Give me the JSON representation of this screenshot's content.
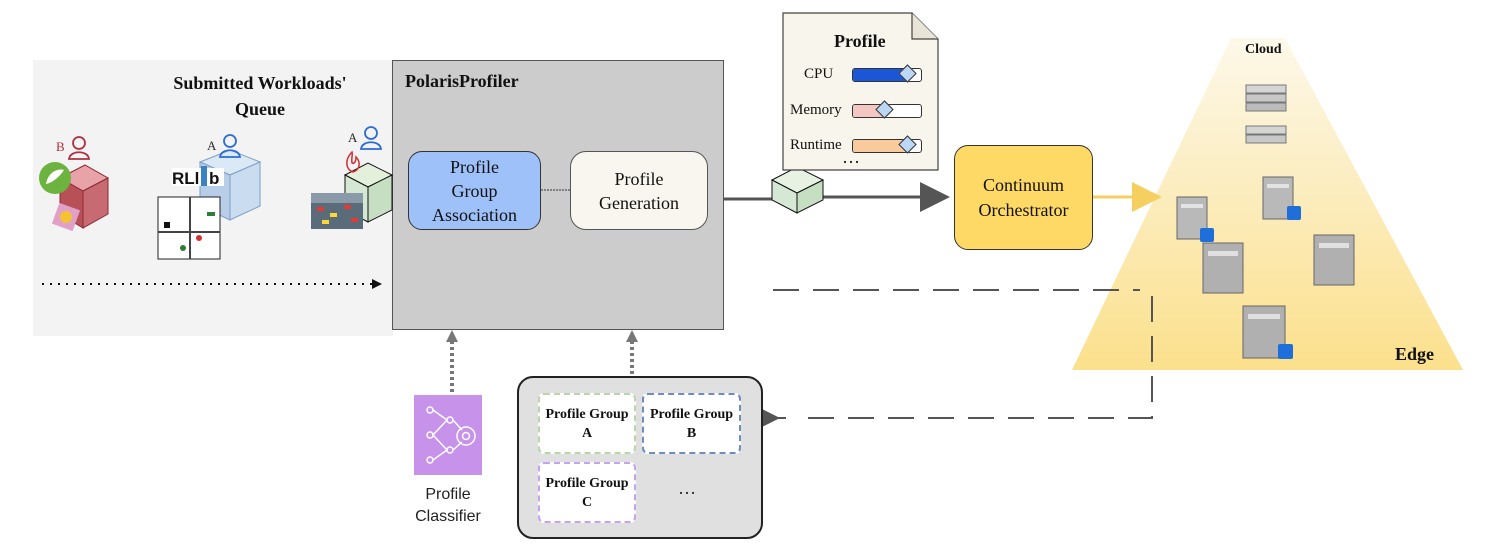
{
  "queue": {
    "title_line1": "Submitted Workloads'",
    "title_line2": "Queue",
    "users": [
      {
        "label": "B",
        "color": "#b03040"
      },
      {
        "label": "A",
        "color": "#2b6cd4"
      },
      {
        "label": "A",
        "color": "#2b6cd4"
      }
    ],
    "rllib_text": "RLl",
    "rllib_b": "b"
  },
  "profiler": {
    "title": "PolarisProfiler",
    "association_lines": [
      "Profile",
      "Group",
      "Association"
    ],
    "generation_lines": [
      "Profile",
      "Generation"
    ]
  },
  "profile_doc": {
    "title": "Profile",
    "bars": [
      {
        "label": "CPU",
        "fill": 0.78,
        "color": "#1a56d6"
      },
      {
        "label": "Memory",
        "fill": 0.45,
        "color": "#f4c7c3"
      },
      {
        "label": "Runtime",
        "fill": 0.78,
        "color": "#f9cb9c"
      }
    ],
    "ellipsis": "…"
  },
  "orchestrator": {
    "lines": [
      "Continuum",
      "Orchestrator"
    ]
  },
  "infrastructure": {
    "top_label": "Cloud",
    "bottom_label": "Edge"
  },
  "classifier": {
    "lines": [
      "Profile",
      "Classifier"
    ]
  },
  "profile_groups": {
    "items": [
      {
        "line1": "Profile Group",
        "line2": "A"
      },
      {
        "line1": "Profile Group",
        "line2": "B"
      },
      {
        "line1": "Profile Group",
        "line2": "C"
      }
    ],
    "more": "…"
  },
  "colors": {
    "arrow": "#555555",
    "orchestrator_arrow": "#f5cf5f",
    "edge_gradient_top": "#fdf8e8",
    "edge_gradient_bottom": "#fbe08c"
  }
}
